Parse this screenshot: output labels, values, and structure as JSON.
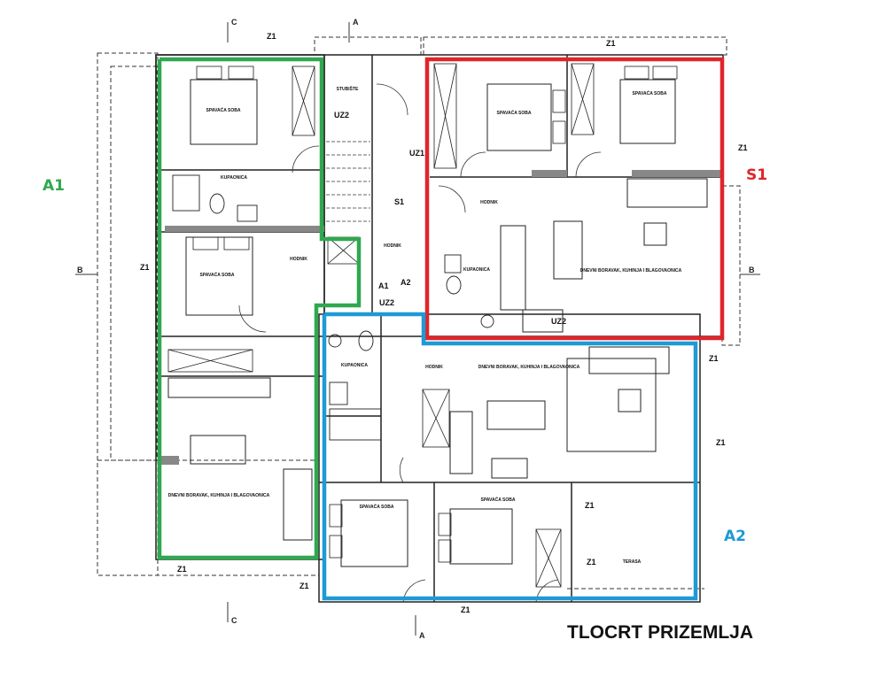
{
  "title": "TLOCRT PRIZEMLJA",
  "units": [
    {
      "id": "A1",
      "label": "A1",
      "color": "#2fa84f"
    },
    {
      "id": "S1",
      "label": "S1",
      "color": "#e0242b"
    },
    {
      "id": "A2",
      "label": "A2",
      "color": "#1e9ad6"
    }
  ],
  "rooms": {
    "a1_bed1": "SPAVAĆA SOBA",
    "a1_bath": "KUPAONICA",
    "a1_bed2": "SPAVAĆA SOBA",
    "a1_living": "DNEVNI BORAVAK, KUHINJA I BLAGOVAONICA",
    "stair": "STUBIŠTE",
    "hall_common": "HODNIK",
    "hall_a1": "HODNIK",
    "s1_bed1": "SPAVAĆA SOBA",
    "s1_bed2": "SPAVAĆA SOBA",
    "s1_hall": "HODNIK",
    "s1_bath": "KUPAONICA",
    "s1_living": "DNEVNI BORAVAK, KUHINJA I BLAGOVAONICA",
    "a2_bath": "KUPAONICA",
    "a2_hall": "HODNIK",
    "a2_living": "DNEVNI BORAVAK, KUHINJA I BLAGOVAONICA",
    "a2_bed1": "SPAVAĆA SOBA",
    "a2_bed2": "SPAVAĆA SOBA",
    "a2_terrace": "TERASA"
  },
  "markers": {
    "section_c_top": "C",
    "section_a_top": "A",
    "section_c_bottom": "C",
    "section_a_bottom": "A",
    "section_b_left": "B",
    "section_b_right": "B",
    "z1": "Z1",
    "uz1": "UZ1",
    "uz2": "UZ2",
    "arrow_s1": "S1",
    "arrow_a1": "A1",
    "arrow_a2": "A2"
  }
}
